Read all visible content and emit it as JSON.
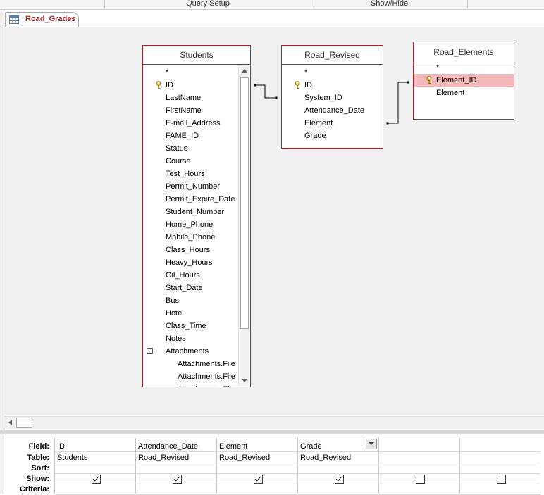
{
  "ribbon": {
    "groups": [
      "Query Setup",
      "Show/Hide"
    ]
  },
  "document_tab": {
    "label": "Road_Grades",
    "icon": "query-design-icon"
  },
  "tables": {
    "students": {
      "title": "Students",
      "fields": [
        "*",
        "ID",
        "LastName",
        "FirstName",
        "E-mail_Address",
        "FAME_ID",
        "Status",
        "Course",
        "Test_Hours",
        "Permit_Number",
        "Permit_Expire_Date",
        "Student_Number",
        "Home_Phone",
        "Mobile_Phone",
        "Class_Hours",
        "Heavy_Hours",
        "Oil_Hours",
        "Start_Date",
        "Bus",
        "Hotel",
        "Class_Time",
        "Notes",
        "Attachments"
      ],
      "subfields": [
        "Attachments.File",
        "Attachments.File",
        "Attachments.File"
      ],
      "key_field": "ID"
    },
    "road_revised": {
      "title": "Road_Revised",
      "fields": [
        "*",
        "ID",
        "System_ID",
        "Attendance_Date",
        "Element",
        "Grade"
      ],
      "key_field": "ID"
    },
    "road_elements": {
      "title": "Road_Elements",
      "fields": [
        "*",
        "Element_ID",
        "Element"
      ],
      "key_field": "Element_ID",
      "selected_field": "Element_ID"
    }
  },
  "grid": {
    "row_labels": [
      "Field:",
      "Table:",
      "Sort:",
      "Show:",
      "Criteria:"
    ],
    "columns": [
      {
        "field": "ID",
        "table": "Students",
        "sort": "",
        "show": true
      },
      {
        "field": "Attendance_Date",
        "table": "Road_Revised",
        "sort": "",
        "show": true
      },
      {
        "field": "Element",
        "table": "Road_Revised",
        "sort": "",
        "show": true
      },
      {
        "field": "Grade",
        "table": "Road_Revised",
        "sort": "",
        "show": true
      },
      {
        "field": "",
        "table": "",
        "sort": "",
        "show": false
      },
      {
        "field": "",
        "table": "",
        "sort": "",
        "show": false
      }
    ]
  },
  "colors": {
    "accent": "#a4262c",
    "selection": "#f5b8bb",
    "canvas": "#f0f0f0"
  }
}
